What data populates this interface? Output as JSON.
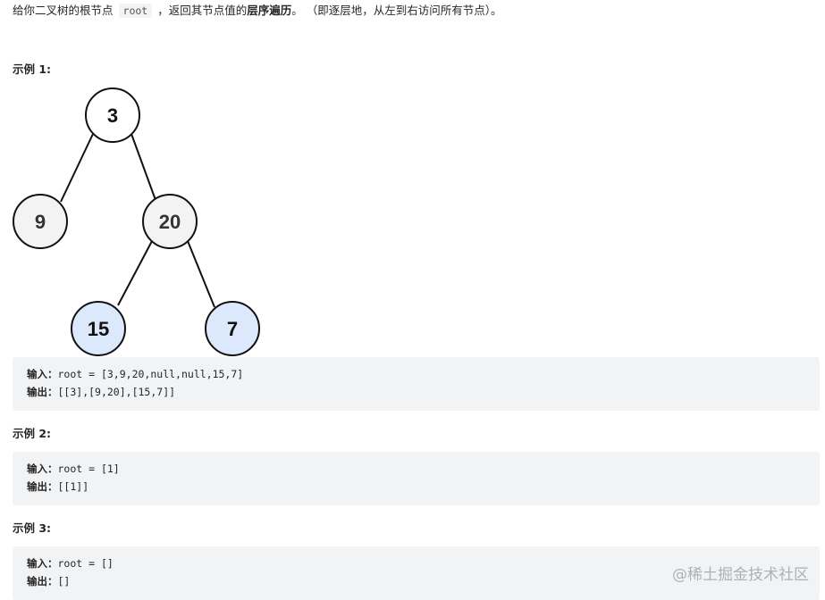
{
  "intro": {
    "prefix": "给你二叉树的根节点",
    "code": "root",
    "middle": "，返回其节点值的",
    "bold": "层序遍历",
    "suffix": "。 （即逐层地，从左到右访问所有节点）。"
  },
  "examples": [
    {
      "title": "示例 1:",
      "input_label": "输入：",
      "input_value": "root = [3,9,20,null,null,15,7]",
      "output_label": "输出：",
      "output_value": "[[3],[9,20],[15,7]]"
    },
    {
      "title": "示例 2:",
      "input_label": "输入：",
      "input_value": "root = [1]",
      "output_label": "输出：",
      "output_value": "[[1]]"
    },
    {
      "title": "示例 3:",
      "input_label": "输入：",
      "input_value": "root = []",
      "output_label": "输出：",
      "output_value": "[]"
    }
  ],
  "tree": {
    "nodes": [
      {
        "label": "3",
        "fill": "#ffffff"
      },
      {
        "label": "9",
        "fill": "#f3f3f3"
      },
      {
        "label": "20",
        "fill": "#f3f3f3"
      },
      {
        "label": "15",
        "fill": "#dce8fb"
      },
      {
        "label": "7",
        "fill": "#dce8fb"
      }
    ],
    "stroke_color": "#111111"
  },
  "watermark": "@稀土掘金技术社区"
}
